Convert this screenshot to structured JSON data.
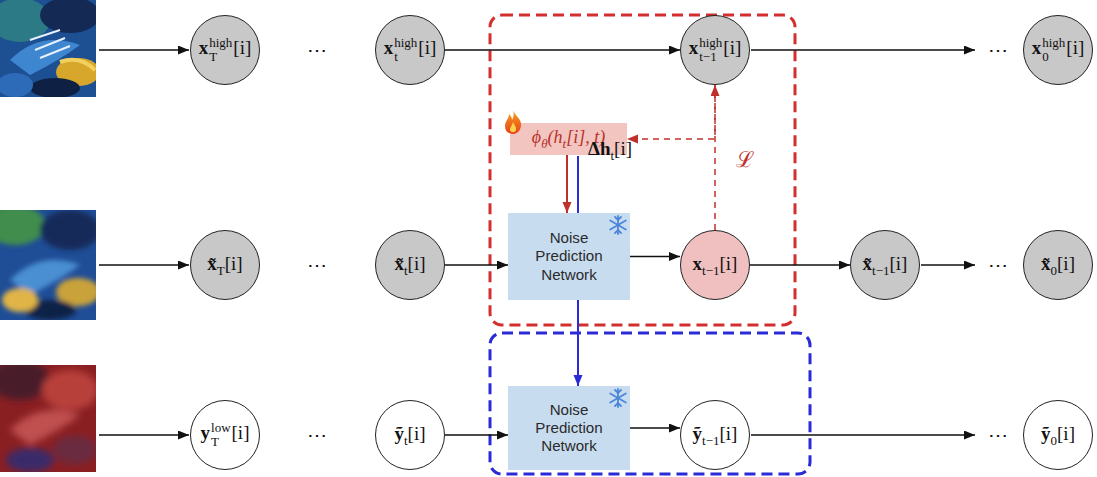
{
  "diagram": {
    "nodes": [
      {
        "text": [
          "x",
          "high",
          "T",
          "[i]"
        ]
      },
      {
        "text": [
          "x",
          "high",
          "t",
          "[i]"
        ]
      },
      {
        "text": [
          "x",
          "high",
          "t−1",
          "[i]"
        ]
      },
      {
        "text": [
          "x",
          "high",
          "0",
          "[i]"
        ]
      },
      {
        "text": [
          "ϕ",
          "θ",
          "(h",
          "t",
          "[i], t)"
        ]
      },
      {
        "text": [
          "x̃",
          "T",
          "[i]"
        ]
      },
      {
        "text": [
          "x̃",
          "t",
          "[i]"
        ]
      },
      {
        "text": [
          "Noise Prediction Network"
        ]
      },
      {
        "text": [
          "x",
          "t−1",
          "[i]"
        ]
      },
      {
        "text": [
          "x̃",
          "t−1",
          "[i]"
        ]
      },
      {
        "text": [
          "x̃",
          "0",
          "[i]"
        ]
      },
      {
        "text": [
          "y",
          "low",
          "T",
          "[i]"
        ]
      },
      {
        "text": [
          "ỹ",
          "t",
          "[i]"
        ]
      },
      {
        "text": [
          "Noise Prediction Network"
        ]
      },
      {
        "text": [
          "ỹ",
          "t−1",
          "[i]"
        ]
      },
      {
        "text": [
          "ỹ",
          "0",
          "[i]"
        ]
      }
    ],
    "edges": [
      {
        "from": 1,
        "to": 2,
        "arrow": "to"
      },
      {
        "from": 6,
        "to": 7,
        "arrow": "to"
      },
      {
        "from": 7,
        "to": 8,
        "arrow": "to"
      },
      {
        "from": 8,
        "to": 9,
        "arrow": "to"
      },
      {
        "from": 4,
        "to": 7,
        "arrow": "to"
      },
      {
        "from": 7,
        "to": 13,
        "arrow": "to"
      },
      {
        "from": 12,
        "to": 13,
        "arrow": "to"
      },
      {
        "from": 13,
        "to": 14,
        "arrow": "to"
      },
      {
        "from": 8,
        "to": 2,
        "label": "ℒ",
        "arrow": "to"
      },
      {
        "from": 2,
        "to": 4,
        "arrow": "to"
      }
    ],
    "labels": [
      "⋯",
      "⋯",
      "⋯",
      "⋯",
      "⋯",
      "⋯",
      "Δh",
      "t",
      "[i]"
    ]
  }
}
